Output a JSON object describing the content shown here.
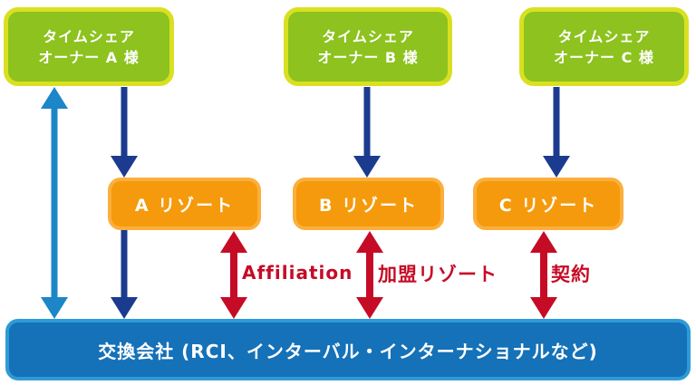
{
  "owners": [
    {
      "line1": "タイムシェア",
      "line2": "オーナー A 様"
    },
    {
      "line1": "タイムシェア",
      "line2": "オーナー B 様"
    },
    {
      "line1": "タイムシェア",
      "line2": "オーナー C 様"
    }
  ],
  "resorts": [
    {
      "label": "A リゾート"
    },
    {
      "label": "B リゾート"
    },
    {
      "label": "C リゾート"
    }
  ],
  "exchange": {
    "label": "交換会社 (RCI、インターバル・インターナショナルなど)"
  },
  "relation_labels": {
    "affiliation": "Affiliation",
    "member_resort": "加盟リゾート",
    "contract": "契約"
  },
  "colors": {
    "owner_fill": "#8DC21F",
    "owner_border": "#D9E021",
    "resort_fill": "#F59A0C",
    "resort_border": "#FBAF3C",
    "exchange_fill": "#1571B8",
    "exchange_border": "#2E9BD6",
    "arrow_navy": "#1B3B8F",
    "arrow_lightblue": "#1C86C8",
    "arrow_red": "#C60B26",
    "text_white": "#FFFFFF"
  }
}
